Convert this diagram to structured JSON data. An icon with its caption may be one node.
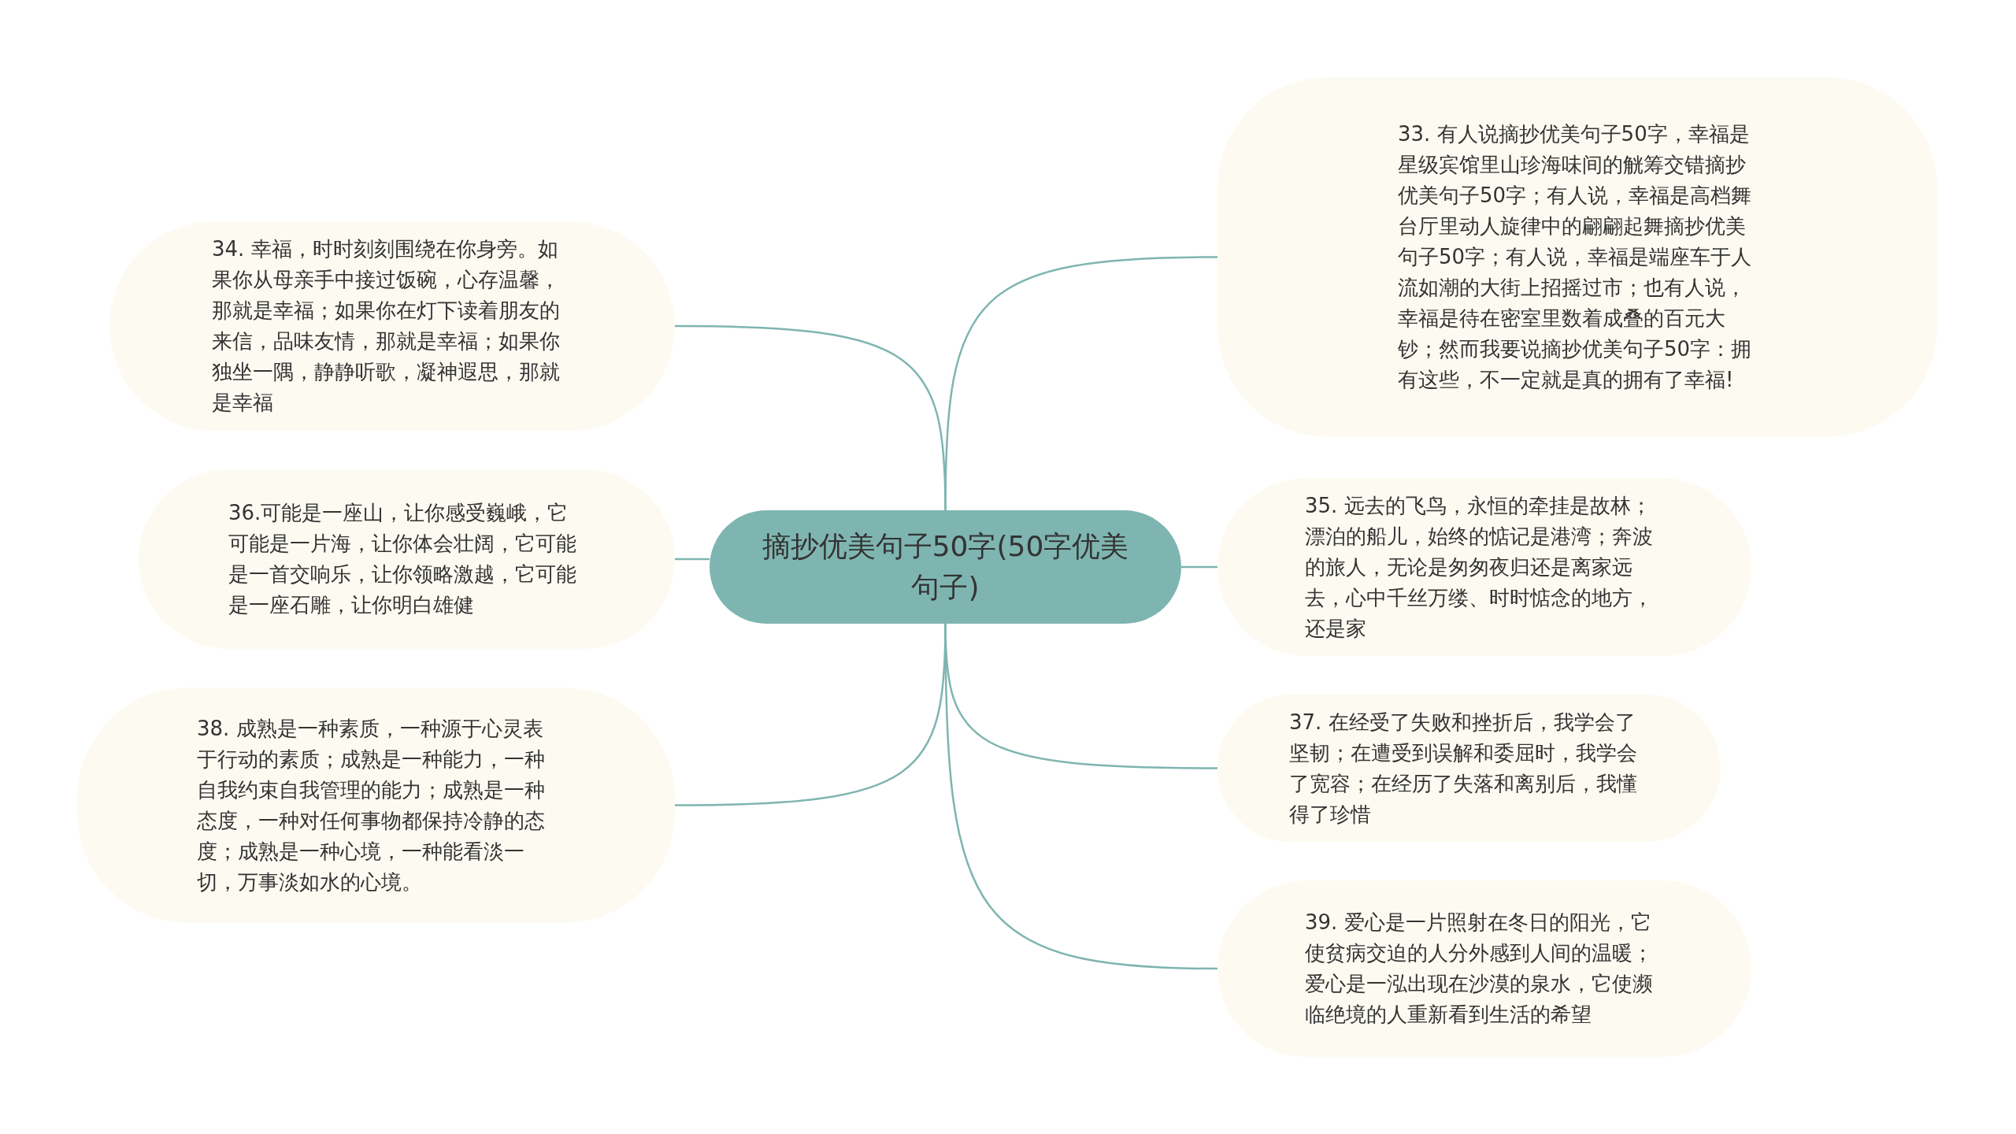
{
  "diagram": {
    "nodes": [
      {
        "text": [
          "摘抄优美句子50字(50字优美句子)"
        ]
      },
      {
        "text": [
          "33. 有人说摘抄优美句子50字，幸福是星级宾馆里山珍海味间的觥筹交错摘抄优美句子50字；有人说，幸福是高档舞台厅里动人旋律中的翩翩起舞摘抄优美句子50字；有人说，幸福是端座车于人流如潮的大街上招摇过市；也有人说，幸福是待在密室里数着成叠的百元大钞；然而我要说摘抄优美句子50字：拥有这些，不一定就是真的拥有了幸福!"
        ]
      },
      {
        "text": [
          "34. 幸福，时时刻刻围绕在你身旁。如果你从母亲手中接过饭碗，心存温馨，那就是幸福；如果你在灯下读着朋友的来信，品味友情，那就是幸福；如果你独坐一隅，静静听歌，凝神遐思，那就是幸福"
        ]
      },
      {
        "text": [
          "36.可能是一座山，让你感受巍峨，它可能是一片海，让你体会壮阔，它可能是一首交响乐，让你领略激越，它可能是一座石雕，让你明白雄健"
        ]
      },
      {
        "text": [
          "35. 远去的飞鸟，永恒的牵挂是故林；漂泊的船儿，始终的惦记是港湾；奔波的旅人，无论是匆匆夜归还是离家远去，心中千丝万缕、时时惦念的地方，还是家"
        ]
      },
      {
        "text": [
          "38. 成熟是一种素质，一种源于心灵表于行动的素质；成熟是一种能力，一种自我约束自我管理的能力；成熟是一种态度，一种对任何事物都保持冷静的态度；成熟是一种心境，一种能看淡一切，万事淡如水的心境。"
        ]
      },
      {
        "text": [
          "37. 在经受了失败和挫折后，我学会了坚韧；在遭受到误解和委屈时，我学会了宽容；在经历了失落和离别后，我懂得了珍惜"
        ]
      },
      {
        "text": [
          "39. 爱心是一片照射在冬日的阳光，它使贫病交迫的人分外感到人间的温暖；爱心是一泓出现在沙漠的泉水，它使濒临绝境的人重新看到生活的希望"
        ]
      }
    ],
    "edges": [
      {
        "from": 0,
        "to": 1,
        "arrow": "none"
      },
      {
        "from": 0,
        "to": 2,
        "arrow": "none"
      },
      {
        "from": 0,
        "to": 3,
        "arrow": "none"
      },
      {
        "from": 0,
        "to": 4,
        "arrow": "none"
      },
      {
        "from": 0,
        "to": 5,
        "arrow": "none"
      },
      {
        "from": 0,
        "to": 6,
        "arrow": "none"
      },
      {
        "from": 0,
        "to": 7,
        "arrow": "none"
      }
    ]
  }
}
